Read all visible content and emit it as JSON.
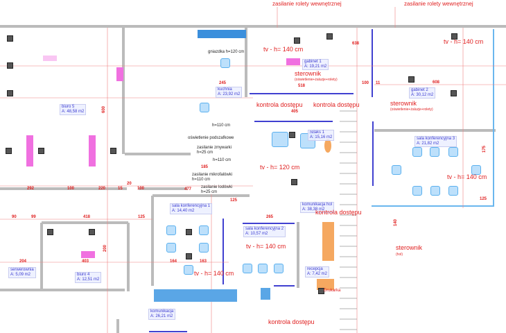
{
  "top_labels": [
    "zasilanie rolety wewnętrznej",
    "zasilanie rolety wewnętrznej"
  ],
  "rooms": [
    {
      "name": "biuro 5",
      "area": "A: 48,58 m2"
    },
    {
      "name": "kuchnia",
      "area": "A: 23,92 m2"
    },
    {
      "name": "gabinet 1",
      "area": "A: 19,21 m2"
    },
    {
      "name": "gabinet 2",
      "area": "A: 30,12 m2"
    },
    {
      "name": "relaks 1",
      "area": "A: 15,16 m2"
    },
    {
      "name": "sala konferencyjna 3",
      "area": "A: 21,82 m2"
    },
    {
      "name": "komunikacja hol",
      "area": "A: 38,38 m2"
    },
    {
      "name": "sala konferencyjna 1",
      "area": "A: 14,40 m2"
    },
    {
      "name": "sala konferencyjna 2",
      "area": "A: 10,57 m2"
    },
    {
      "name": "serwerownia",
      "area": "A: 5,09 m2"
    },
    {
      "name": "biuro 4",
      "area": "A: 12,51 m2"
    },
    {
      "name": "recepcja",
      "area": "A: 7,42 m2"
    },
    {
      "name": "komunikacja",
      "area": "A: 26,21 m2"
    }
  ],
  "annotations": {
    "tv140": "tv - h= 140 cm",
    "tv120": "tv - h= 120 cm",
    "sterownik": "sterownik",
    "sterownik_sub": "(oświetlenie+żaluzje+rolety)",
    "sterownik_hol": "(hol)",
    "kontrola": "kontrola dostępu",
    "gniazdka": "gniazdka h=120 cm",
    "h110": "h=110 cm",
    "oswietlenie": "oświetlenie podszafkowe",
    "zmywarka": "zasilanie zmywarki",
    "h25": "h=25 cm",
    "mikrofalowka": "zasilanie mikrofalówki",
    "lodowka": "zasilanie lodówki",
    "drukarka": "Drukarka"
  },
  "dimensions": [
    "638",
    "518",
    "100",
    "11",
    "608",
    "245",
    "185",
    "405",
    "292",
    "100",
    "220",
    "15",
    "20",
    "100",
    "477",
    "125",
    "418",
    "90",
    "99",
    "204",
    "403",
    "125",
    "164",
    "163",
    "265",
    "125",
    "600",
    "175",
    "200",
    "140"
  ]
}
